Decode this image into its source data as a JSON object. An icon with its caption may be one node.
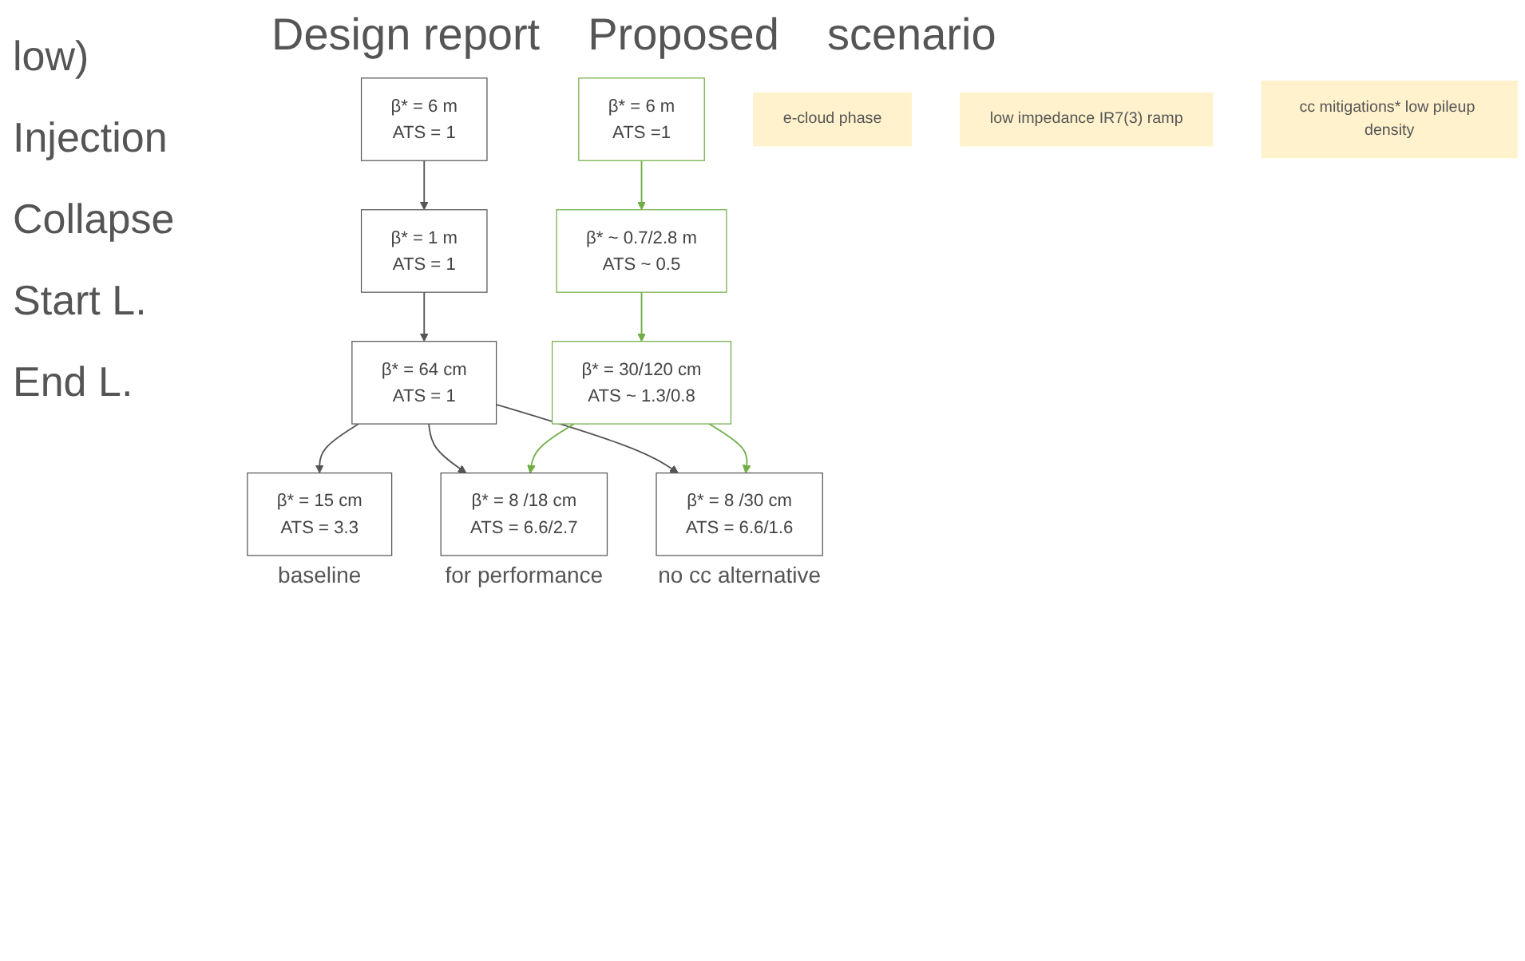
{
  "diagram": {
    "nodes": [
      {
        "text": [
          "β* = 6 m",
          "ATS = 1"
        ]
      },
      {
        "text": [
          "β* = 1 m",
          "ATS = 1"
        ]
      },
      {
        "text": [
          "β* = 64 cm",
          "ATS = 1"
        ]
      },
      {
        "text": [
          "β* = 15 cm",
          "ATS = 3.3"
        ],
        "beside": [
          "baseline"
        ]
      },
      {
        "text": [
          "β* = 6 m",
          "ATS =1"
        ]
      },
      {
        "text": [
          "β* ~ 0.7/2.8 m",
          "ATS ~ 0.5"
        ]
      },
      {
        "text": [
          "β* = 30/120 cm",
          "ATS ~ 1.3/0.8"
        ]
      },
      {
        "text": [
          "β* = 8 /18 cm",
          "ATS = 6.6/2.7"
        ],
        "beside": [
          "for performance"
        ]
      },
      {
        "text": [
          "β* = 8 /30 cm",
          "ATS = 6.6/1.6"
        ],
        "beside": [
          "no cc alternative"
        ]
      },
      {
        "text": [
          "e-cloud phase"
        ]
      },
      {
        "text": [
          "low impedance IR7(3) ramp"
        ]
      },
      {
        "text": [
          "cc mitigations* low pileup density"
        ]
      }
    ],
    "edges": [
      {
        "from": 0,
        "to": 1,
        "arrow": "to"
      },
      {
        "from": 1,
        "to": 2,
        "arrow": "to"
      },
      {
        "from": 2,
        "to": 3,
        "arrow": "to"
      },
      {
        "from": 2,
        "to": 7,
        "arrow": "to"
      },
      {
        "from": 2,
        "to": 8,
        "arrow": "to"
      },
      {
        "from": 4,
        "to": 5,
        "arrow": "to",
        "color": "#70ad47"
      },
      {
        "from": 5,
        "to": 6,
        "arrow": "to",
        "color": "#70ad47"
      },
      {
        "from": 6,
        "to": 7,
        "arrow": "to",
        "color": "#70ad47"
      },
      {
        "from": 6,
        "to": 8,
        "arrow": "to",
        "color": "#70ad47"
      }
    ],
    "labels": [
      "Design report",
      "Proposed",
      "scenario",
      "low)",
      "Injection",
      "Collapse",
      "Start L.",
      "End L."
    ]
  }
}
